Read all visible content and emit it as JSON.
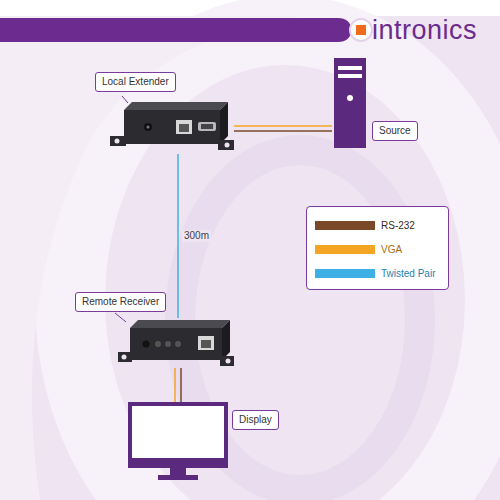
{
  "diagram": {
    "nodes": [
      {
        "text": [
          "Local Extender"
        ]
      },
      {
        "text": [
          "Source"
        ]
      },
      {
        "text": [
          "Remote Receiver"
        ]
      },
      {
        "text": [
          "Display"
        ]
      }
    ],
    "edges": [
      {
        "from": 1,
        "to": 0,
        "arrow": "none"
      },
      {
        "from": 1,
        "to": 0,
        "arrow": "none"
      },
      {
        "from": 0,
        "to": 2,
        "label": "300m",
        "arrow": "none"
      },
      {
        "from": 2,
        "to": 3,
        "arrow": "none"
      },
      {
        "from": 2,
        "to": 3,
        "arrow": "none"
      }
    ],
    "labels": [
      "intronics"
    ],
    "legend": [
      {
        "text": "RS-232",
        "color": "#7a4a28"
      },
      {
        "text": "VGA",
        "color": "#f5a524"
      },
      {
        "text": "Twisted Pair",
        "color": "#3fb0e6"
      }
    ]
  }
}
